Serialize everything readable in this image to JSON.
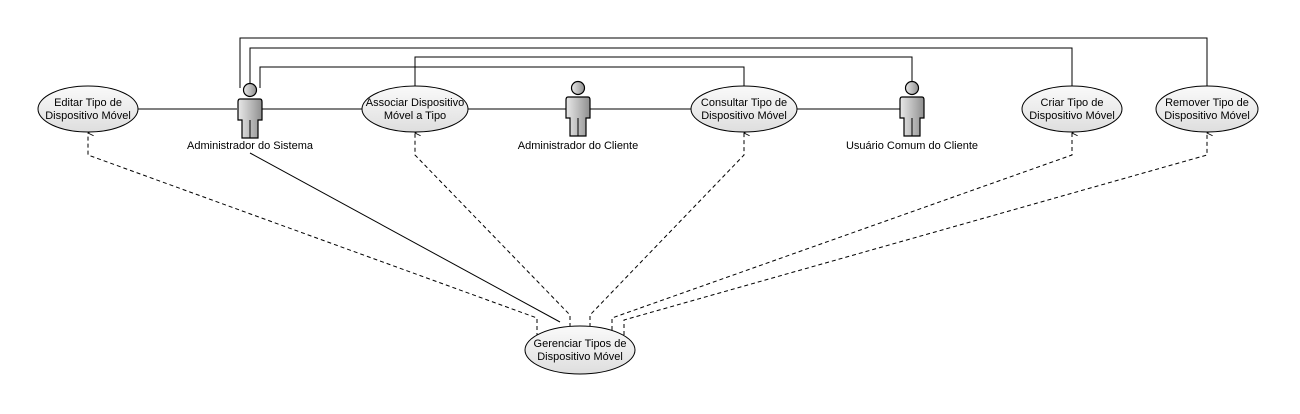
{
  "actors": {
    "admin_sistema": "Administrador do Sistema",
    "admin_cliente": "Administrador do Cliente",
    "usuario_comum": "Usuário Comum do Cliente"
  },
  "use_cases": {
    "editar": [
      "Editar Tipo de",
      "Dispositivo Móvel"
    ],
    "associar": [
      "Associar Dispositivo",
      "Móvel a Tipo"
    ],
    "consultar": [
      "Consultar Tipo de",
      "Dispositivo Móvel"
    ],
    "criar": [
      "Criar Tipo de",
      "Dispositivo Móvel"
    ],
    "remover": [
      "Remover Tipo de",
      "Dispositivo Móvel"
    ],
    "gerenciar": [
      "Gerenciar Tipos de",
      "Dispositivo Móvel"
    ]
  }
}
